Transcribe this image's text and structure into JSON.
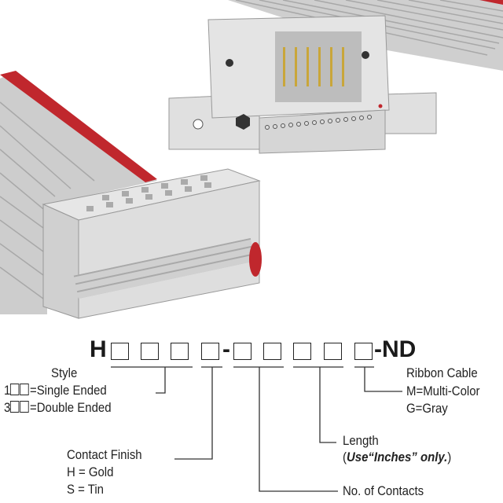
{
  "part_number": {
    "prefix": "H",
    "dash1": "-",
    "suffix": "-ND"
  },
  "labels": {
    "style": {
      "title": "Style",
      "opt1_prefix": "1",
      "opt1": "=Single Ended",
      "opt2_prefix": "3",
      "opt2": "=Double Ended"
    },
    "contact_finish": {
      "title": "Contact Finish",
      "opt1": "H = Gold",
      "opt2": "S = Tin"
    },
    "contacts": {
      "title": "No. of Contacts"
    },
    "length": {
      "title": "Length",
      "note_open": "(",
      "note_bold": "Use“Inches” only.",
      "note_close": ")"
    },
    "ribbon": {
      "title": "Ribbon Cable",
      "opt1": "M=Multi-Color",
      "opt2": "G=Gray"
    }
  },
  "colors": {
    "cable": "#c9c9c9",
    "stripe": "#c0272d",
    "housing": "#dcdcdc"
  }
}
